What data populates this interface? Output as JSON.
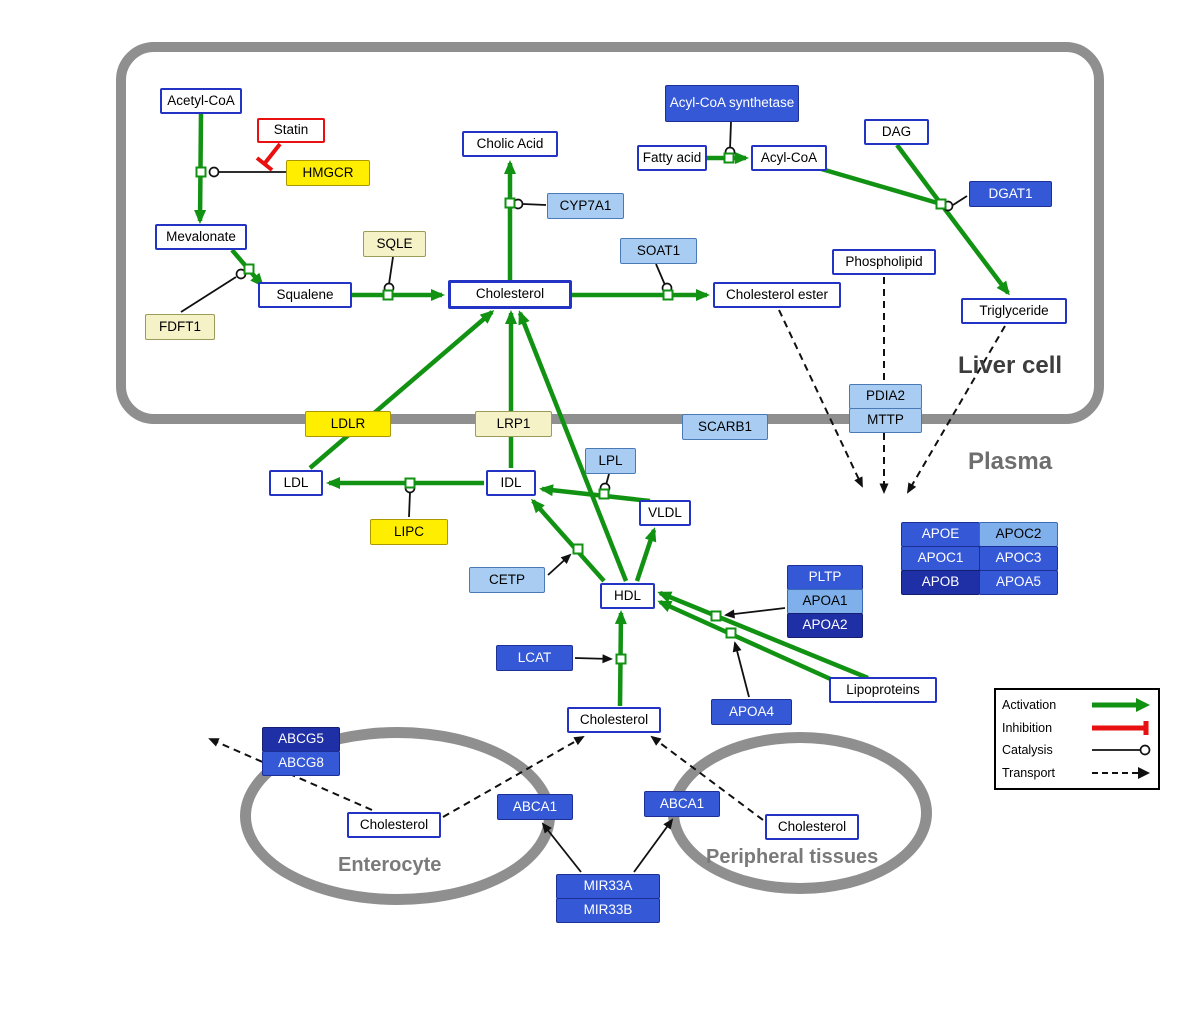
{
  "regions": {
    "liver": "Liver cell",
    "plasma": "Plasma",
    "enterocyte": "Enterocyte",
    "peripheral": "Peripheral tissues"
  },
  "legend": {
    "activation": "Activation",
    "inhibition": "Inhibition",
    "catalysis": "Catalysis",
    "transport": "Transport"
  },
  "nodes": {
    "acetyl_coa": "Acetyl-CoA",
    "statin": "Statin",
    "hmgcr": "HMGCR",
    "mevalonate": "Mevalonate",
    "fdft1": "FDFT1",
    "squalene": "Squalene",
    "sqle": "SQLE",
    "cholic_acid": "Cholic Acid",
    "cyp7a1": "CYP7A1",
    "cholesterol_liver": "Cholesterol",
    "soat1": "SOAT1",
    "cholesterol_ester": "Cholesterol ester",
    "acyl_coa_synthetase": "Acyl-CoA synthetase",
    "fatty_acid": "Fatty acid",
    "acyl_coa": "Acyl-CoA",
    "dag": "DAG",
    "dgat1": "DGAT1",
    "phospholipid": "Phospholipid",
    "triglyceride": "Triglyceride",
    "ldlr": "LDLR",
    "lrp1": "LRP1",
    "scarb1": "SCARB1",
    "pdia2": "PDIA2",
    "mttp": "MTTP",
    "ldl": "LDL",
    "idl": "IDL",
    "lpl": "LPL",
    "vldl": "VLDL",
    "lipc": "LIPC",
    "cetp": "CETP",
    "hdl": "HDL",
    "lcat": "LCAT",
    "pltp": "PLTP",
    "apoa1": "APOA1",
    "apoa2": "APOA2",
    "apoa4": "APOA4",
    "lipoproteins": "Lipoproteins",
    "apoe": "APOE",
    "apoc2": "APOC2",
    "apoc1": "APOC1",
    "apoc3": "APOC3",
    "apob": "APOB",
    "apoa5": "APOA5",
    "cholesterol_plasma": "Cholesterol",
    "abcg5": "ABCG5",
    "abcg8": "ABCG8",
    "cholesterol_enterocyte": "Cholesterol",
    "abca1_left": "ABCA1",
    "abca1_right": "ABCA1",
    "cholesterol_peripheral": "Cholesterol",
    "mir33a": "MIR33A",
    "mir33b": "MIR33B"
  },
  "colors": {
    "activation_green": "#129212",
    "inhibition_red": "#e81010",
    "metabolite_border_blue": "#2333c4",
    "gene_yellow": "#ffee00",
    "gene_cream": "#f5f2c8",
    "gene_light_blue": "#a9cdf2",
    "gene_blue": "#3559d6",
    "gene_dark_blue": "#1f2fa6",
    "membrane_gray": "#8f8f8f"
  }
}
